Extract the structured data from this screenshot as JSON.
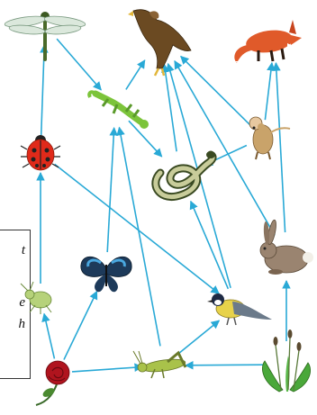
{
  "colors": {
    "arrow": "#29a9d6",
    "background": "#ffffff",
    "box_border": "#333333"
  },
  "caption_fragments": [
    "t",
    "e",
    "h"
  ],
  "nodes": [
    {
      "id": "dragonfly",
      "icon": "dragonfly-icon"
    },
    {
      "id": "eagle",
      "icon": "eagle-icon"
    },
    {
      "id": "fox",
      "icon": "fox-icon"
    },
    {
      "id": "lizard",
      "icon": "lizard-icon"
    },
    {
      "id": "ladybug",
      "icon": "ladybug-icon"
    },
    {
      "id": "mouse",
      "icon": "mouse-icon"
    },
    {
      "id": "snake",
      "icon": "snake-icon"
    },
    {
      "id": "rabbit",
      "icon": "rabbit-icon"
    },
    {
      "id": "aphid",
      "icon": "aphid-icon"
    },
    {
      "id": "butterfly",
      "icon": "butterfly-icon"
    },
    {
      "id": "bird",
      "icon": "bird-icon"
    },
    {
      "id": "rose",
      "icon": "rose-icon"
    },
    {
      "id": "grasshopper",
      "icon": "grasshopper-icon"
    },
    {
      "id": "plant",
      "icon": "plant-icon"
    }
  ],
  "edges": [
    {
      "from": "ladybug",
      "to": "dragonfly"
    },
    {
      "from": "dragonfly",
      "to": "lizard"
    },
    {
      "from": "lizard",
      "to": "eagle"
    },
    {
      "from": "lizard",
      "to": "snake"
    },
    {
      "from": "snake",
      "to": "eagle"
    },
    {
      "from": "mouse",
      "to": "eagle"
    },
    {
      "from": "mouse",
      "to": "fox"
    },
    {
      "from": "mouse",
      "to": "snake"
    },
    {
      "from": "rabbit",
      "to": "eagle"
    },
    {
      "from": "rabbit",
      "to": "fox"
    },
    {
      "from": "aphid",
      "to": "ladybug"
    },
    {
      "from": "ladybug",
      "to": "bird"
    },
    {
      "from": "butterfly",
      "to": "lizard"
    },
    {
      "from": "bird",
      "to": "snake"
    },
    {
      "from": "bird",
      "to": "eagle"
    },
    {
      "from": "grasshopper",
      "to": "lizard"
    },
    {
      "from": "grasshopper",
      "to": "bird"
    },
    {
      "from": "rose",
      "to": "aphid"
    },
    {
      "from": "rose",
      "to": "butterfly"
    },
    {
      "from": "rose",
      "to": "grasshopper"
    },
    {
      "from": "plant",
      "to": "grasshopper"
    },
    {
      "from": "plant",
      "to": "rabbit"
    }
  ]
}
